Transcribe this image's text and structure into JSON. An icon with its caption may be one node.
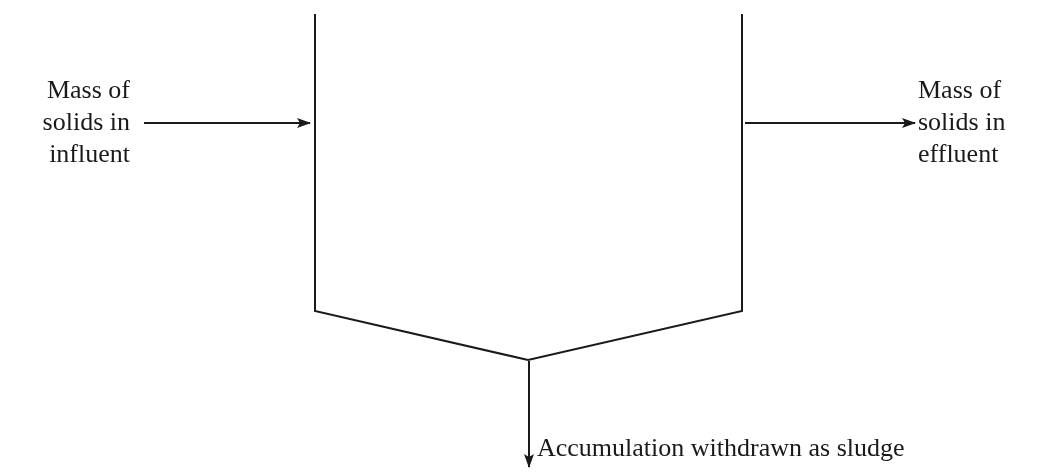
{
  "diagram": {
    "nodes": [
      {
        "text": [
          "Mass of solids in influent"
        ]
      },
      {
        "text": [],
        "shape": "tank"
      },
      {
        "text": [
          "Mass of solids in effluent"
        ]
      },
      {
        "text": [
          "Accumulation withdrawn as sludge"
        ]
      }
    ],
    "edges": [
      {
        "from": 0,
        "to": 1,
        "arrow": "to"
      },
      {
        "from": 1,
        "to": 2,
        "arrow": "to"
      },
      {
        "from": 1,
        "to": 3,
        "arrow": "to"
      }
    ]
  }
}
